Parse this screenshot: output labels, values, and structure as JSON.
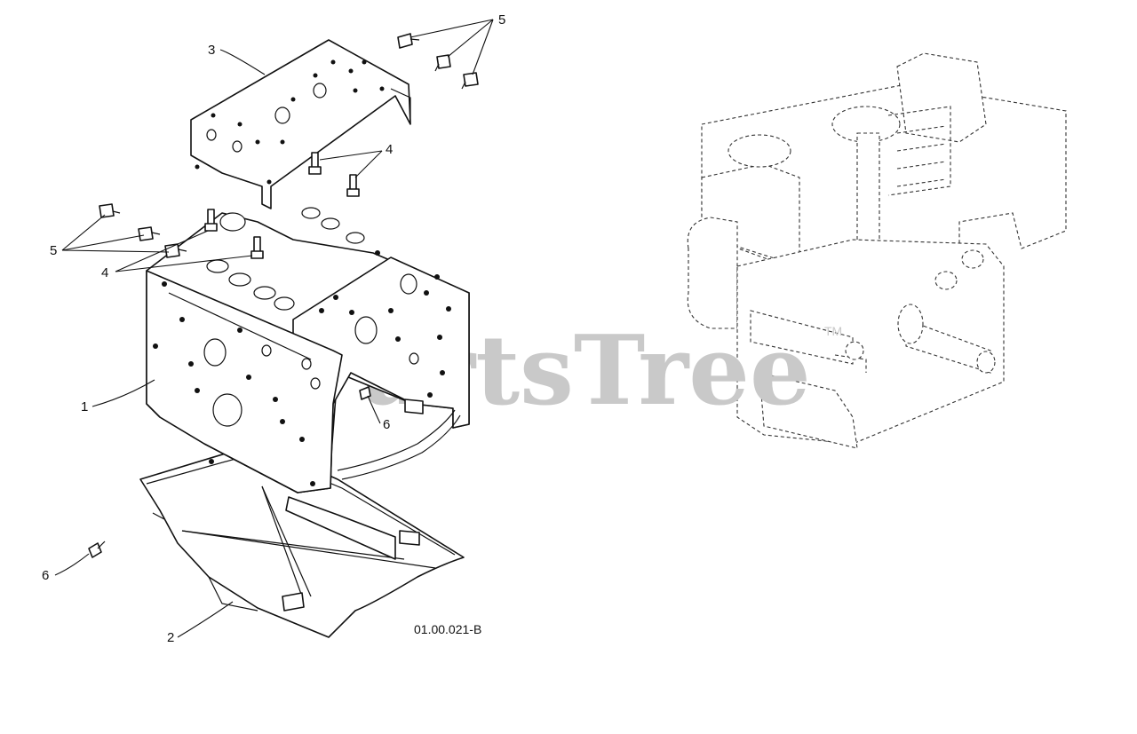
{
  "diagram": {
    "drawing_number": "01.00.021-B",
    "watermark": "PartsTree",
    "watermark_mark": "TM",
    "callouts": [
      {
        "id": "callout-1",
        "label": "1"
      },
      {
        "id": "callout-2",
        "label": "2"
      },
      {
        "id": "callout-3",
        "label": "3"
      },
      {
        "id": "callout-4-top",
        "label": "4"
      },
      {
        "id": "callout-4-left",
        "label": "4"
      },
      {
        "id": "callout-5-top",
        "label": "5"
      },
      {
        "id": "callout-5-left",
        "label": "5"
      },
      {
        "id": "callout-6-right",
        "label": "6"
      },
      {
        "id": "callout-6-left",
        "label": "6"
      }
    ]
  }
}
